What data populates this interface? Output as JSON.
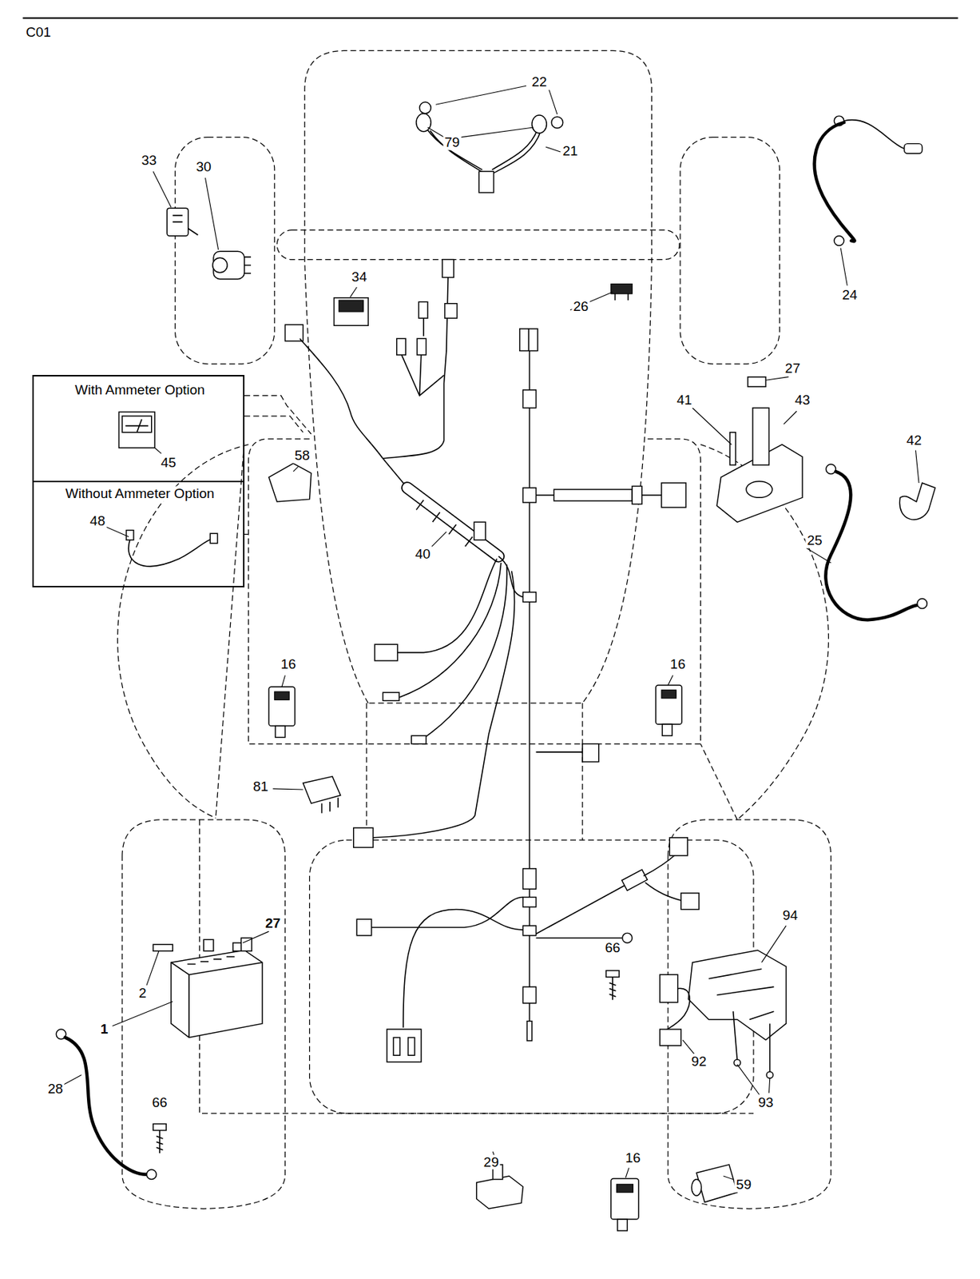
{
  "diagram": {
    "title": "C01",
    "nodes": [
      {
        "text": [
          "With Ammeter Option",
          "45"
        ]
      },
      {
        "text": [
          "Without Ammeter Option",
          "48"
        ]
      }
    ],
    "labels": [
      "22",
      "33",
      "30",
      "79",
      "21",
      "34",
      "24",
      "26",
      "27",
      "41",
      "43",
      "42",
      "58",
      "25",
      "40",
      "16",
      "16",
      "81",
      "94",
      "27",
      "66",
      "2",
      "1",
      "92",
      "28",
      "66",
      "93",
      "16",
      "29",
      "59"
    ]
  }
}
